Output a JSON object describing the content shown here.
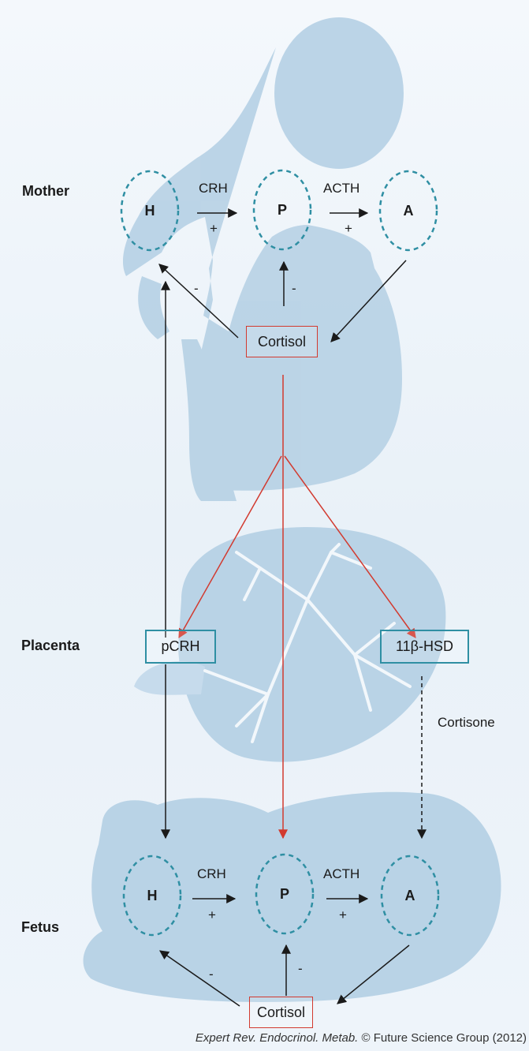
{
  "section_labels": {
    "mother": "Mother",
    "placenta": "Placenta",
    "fetus": "Fetus"
  },
  "mother_axis": {
    "nodes": {
      "h": "H",
      "p": "P",
      "a": "A"
    },
    "crh": "CRH",
    "crh_sign": "+",
    "acth": "ACTH",
    "acth_sign": "+",
    "cortisol": "Cortisol",
    "feedback_h_sign": "-",
    "feedback_p_sign": "-"
  },
  "placenta": {
    "pcrh": "pCRH",
    "hsd": "11β-HSD",
    "cortisone": "Cortisone"
  },
  "fetus_axis": {
    "nodes": {
      "h": "H",
      "p": "P",
      "a": "A"
    },
    "crh": "CRH",
    "crh_sign": "+",
    "acth": "ACTH",
    "acth_sign": "+",
    "cortisol": "Cortisol",
    "feedback_h_sign": "-",
    "feedback_p_sign": "-"
  },
  "caption": {
    "journal": "Expert Rev. Endocrinol. Metab.",
    "rest": " © Future Science Group (2012)"
  },
  "colors": {
    "silhouette": "#b9d3e6",
    "node_border": "#2f8fa3",
    "cortisol_box": "#d23a2f",
    "red_arrow": "#d23a2f",
    "arrow": "#1a1a1a"
  }
}
